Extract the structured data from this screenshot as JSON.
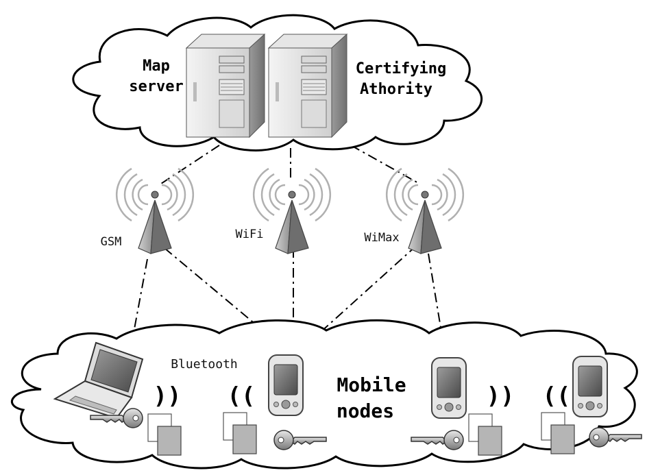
{
  "server_cloud": {
    "left_label_line1": "Map",
    "left_label_line2": "server",
    "right_label_line1": "Certifying",
    "right_label_line2": "Athority"
  },
  "towers": [
    {
      "label": "GSM"
    },
    {
      "label": "WiFi"
    },
    {
      "label": "WiMax"
    }
  ],
  "mobile_cloud": {
    "bluetooth_label": "Bluetooth",
    "title_line1": "Mobile",
    "title_line2": "nodes",
    "wave_left_1": "))",
    "wave_left_2": "((",
    "wave_right_1": "))",
    "wave_right_2": "(("
  },
  "icons": [
    "server-icon",
    "antenna-tower-icon",
    "laptop-icon",
    "pda-icon",
    "key-icon",
    "document-icon"
  ]
}
